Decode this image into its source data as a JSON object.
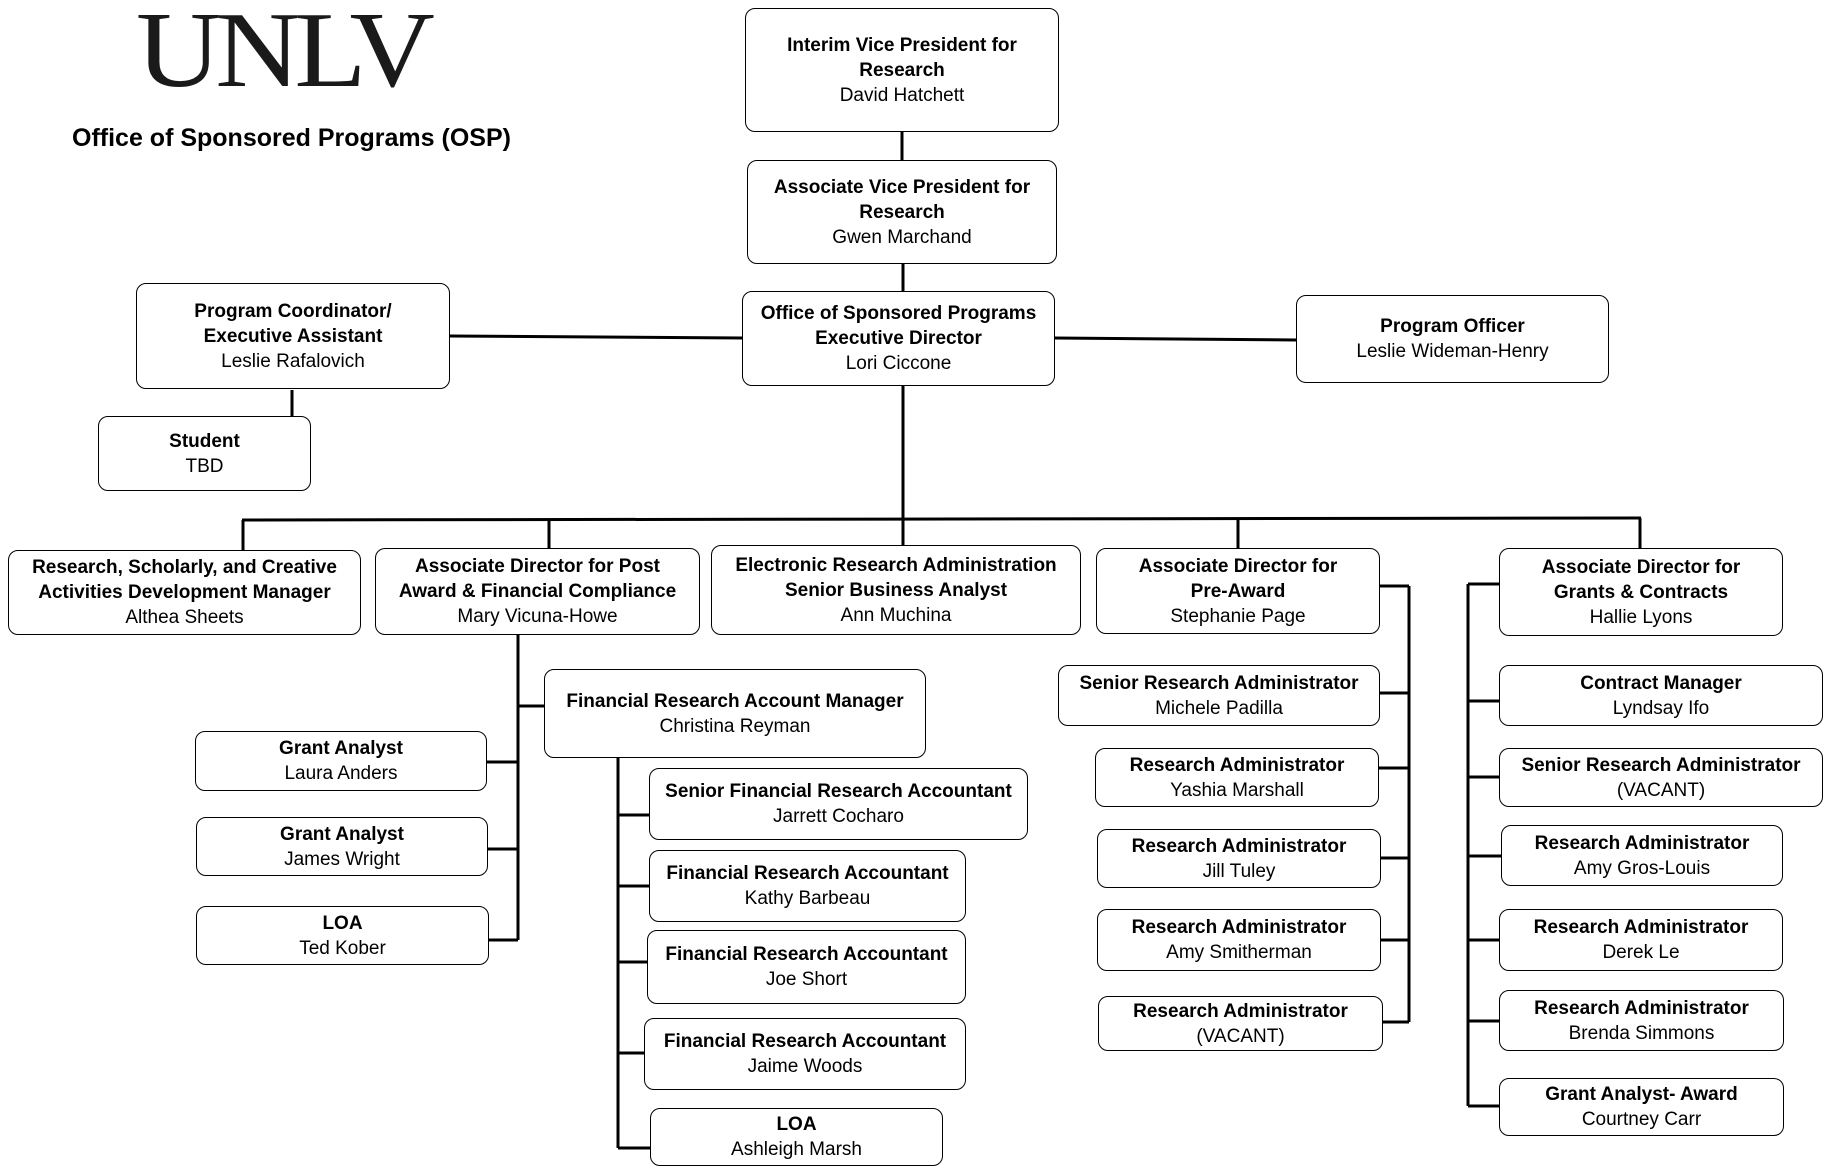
{
  "logo_text": "UNLV",
  "page_title": "Office of Sponsored Programs (OSP)",
  "boxes": {
    "vp": {
      "title": "Interim Vice President for Research",
      "name": "David Hatchett"
    },
    "avp": {
      "title": "Associate Vice President for Research",
      "name": "Gwen Marchand"
    },
    "osp_dir": {
      "title": "Office of Sponsored Programs Executive Director",
      "name": "Lori Ciccone"
    },
    "prog_coord": {
      "title": "Program Coordinator/ Executive Assistant",
      "name": "Leslie Rafalovich"
    },
    "student": {
      "title": "Student",
      "name": "TBD"
    },
    "prog_officer": {
      "title": "Program Officer",
      "name": "Leslie Wideman-Henry"
    },
    "rsca_mgr": {
      "title": "Research, Scholarly, and Creative Activities Development Manager",
      "name": "Althea Sheets"
    },
    "ad_post": {
      "title": "Associate Director for Post Award & Financial Compliance",
      "name": "Mary Vicuna-Howe"
    },
    "era": {
      "title": "Electronic Research Administration Senior Business Analyst",
      "name": "Ann Muchina"
    },
    "ad_pre": {
      "title": "Associate Director for Pre-Award",
      "name": "Stephanie Page"
    },
    "ad_grants": {
      "title": "Associate Director for Grants & Contracts",
      "name": "Hallie Lyons"
    },
    "frm": {
      "title": "Financial Research Account Manager",
      "name": "Christina Reyman"
    },
    "ga1": {
      "title": "Grant Analyst",
      "name": "Laura Anders"
    },
    "ga2": {
      "title": "Grant Analyst",
      "name": "James Wright"
    },
    "loa1": {
      "title": "LOA",
      "name": "Ted Kober"
    },
    "sfra": {
      "title": "Senior Financial Research Accountant",
      "name": "Jarrett Cocharo"
    },
    "fra1": {
      "title": "Financial Research Accountant",
      "name": "Kathy Barbeau"
    },
    "fra2": {
      "title": "Financial Research Accountant",
      "name": "Joe Short"
    },
    "fra3": {
      "title": "Financial Research Accountant",
      "name": "Jaime Woods"
    },
    "loa2": {
      "title": "LOA",
      "name": "Ashleigh Marsh"
    },
    "sra_pre": {
      "title": "Senior Research Administrator",
      "name": "Michele Padilla"
    },
    "ra_pre1": {
      "title": "Research Administrator",
      "name": "Yashia Marshall"
    },
    "ra_pre2": {
      "title": "Research Administrator",
      "name": "Jill Tuley"
    },
    "ra_pre3": {
      "title": "Research Administrator",
      "name": "Amy Smitherman"
    },
    "ra_pre4": {
      "title": "Research Administrator",
      "name": "(VACANT)"
    },
    "contract_mgr": {
      "title": "Contract Manager",
      "name": "Lyndsay Ifo"
    },
    "sra_gc": {
      "title": "Senior Research Administrator",
      "name": "(VACANT)"
    },
    "ra_gc1": {
      "title": "Research Administrator",
      "name": "Amy Gros-Louis"
    },
    "ra_gc2": {
      "title": "Research Administrator",
      "name": "Derek Le"
    },
    "ra_gc3": {
      "title": "Research Administrator",
      "name": "Brenda Simmons"
    },
    "ga_award": {
      "title": "Grant Analyst- Award",
      "name": "Courtney Carr"
    }
  }
}
